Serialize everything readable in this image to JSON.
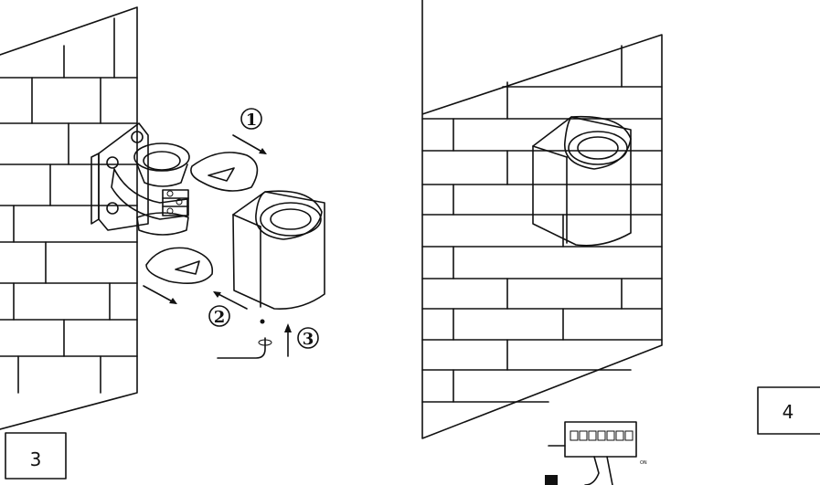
{
  "steps": {
    "panel_left": "3",
    "panel_right": "4"
  },
  "callouts": {
    "one": "1",
    "two": "2",
    "three": "3"
  },
  "switch_label": "ON",
  "colors": {
    "line": "#111111",
    "background": "#ffffff"
  }
}
